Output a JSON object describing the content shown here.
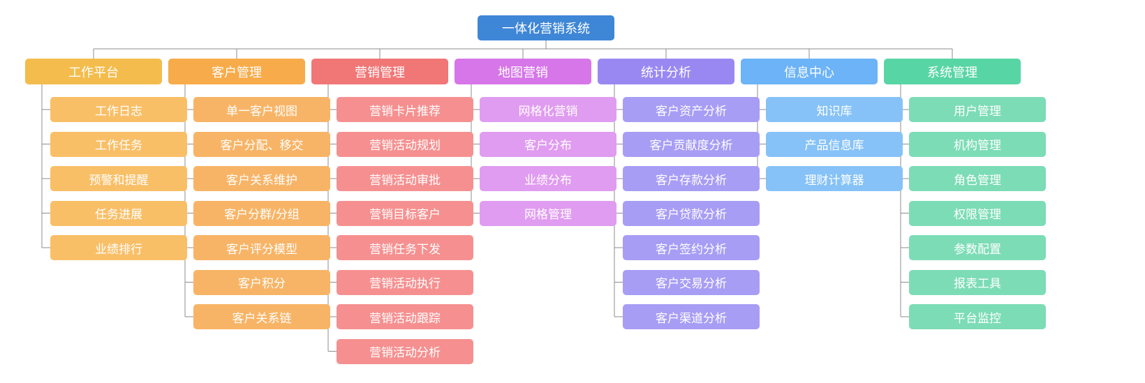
{
  "root": {
    "label": "一体化营销系统",
    "color": "#3e86d6"
  },
  "columns": [
    {
      "label": "工作平台",
      "color": "#f3bc4c",
      "leaf_color": "#f9bf67",
      "items": [
        "工作日志",
        "工作任务",
        "预警和提醒",
        "任务进展",
        "业绩排行"
      ]
    },
    {
      "label": "客户管理",
      "color": "#f8ab4a",
      "leaf_color": "#f8b466",
      "items": [
        "单一客户视图",
        "客户分配、移交",
        "客户关系维护",
        "客户分群/分组",
        "客户评分模型",
        "客户积分",
        "客户关系链"
      ]
    },
    {
      "label": "营销管理",
      "color": "#f17676",
      "leaf_color": "#f69090",
      "items": [
        "营销卡片推荐",
        "营销活动规划",
        "营销活动审批",
        "营销目标客户",
        "营销任务下发",
        "营销活动执行",
        "营销活动跟踪",
        "营销活动分析"
      ]
    },
    {
      "label": "地图营销",
      "color": "#d676e8",
      "leaf_color": "#e09cf0",
      "items": [
        "网格化营销",
        "客户分布",
        "业绩分布",
        "网格管理"
      ]
    },
    {
      "label": "统计分析",
      "color": "#9a88f2",
      "leaf_color": "#a79df5",
      "items": [
        "客户资产分析",
        "客户贡献度分析",
        "客户存款分析",
        "客户贷款分析",
        "客户签约分析",
        "客户交易分析",
        "客户渠道分析"
      ]
    },
    {
      "label": "信息中心",
      "color": "#6cb3f7",
      "leaf_color": "#86c2f7",
      "items": [
        "知识库",
        "产品信息库",
        "理财计算器"
      ]
    },
    {
      "label": "系统管理",
      "color": "#58d5a4",
      "leaf_color": "#7cdcb6",
      "items": [
        "用户管理",
        "机构管理",
        "角色管理",
        "权限管理",
        "参数配置",
        "报表工具",
        "平台监控"
      ]
    }
  ],
  "line_color": "#8c8c8c"
}
